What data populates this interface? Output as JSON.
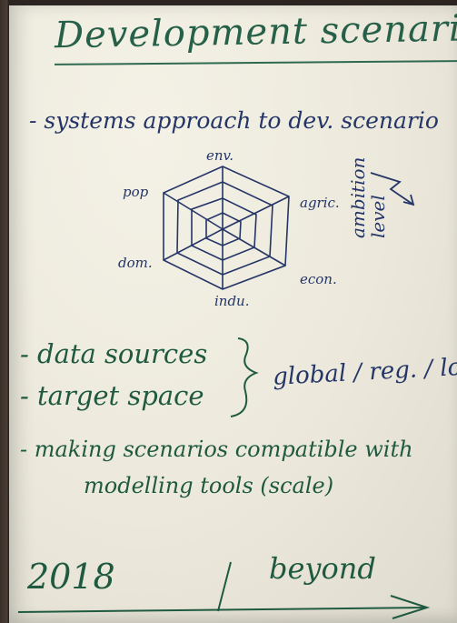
{
  "title": "Development scenarios",
  "line1": "- systems approach to dev. scenario",
  "radar": {
    "axes": [
      "env.",
      "agric.",
      "econ.",
      "indu.",
      "dom.",
      "pop"
    ]
  },
  "ambition_label": [
    "ambition",
    "level"
  ],
  "items": [
    {
      "text": "- data sources"
    },
    {
      "text": "- target space"
    }
  ],
  "scale_note": "global / reg. / loc",
  "item3_line1": "- making scenarios compatible with",
  "item3_line2": "modelling tools (scale)",
  "timeline": {
    "start": "2018",
    "end": "beyond"
  },
  "colors": {
    "green_marker": "#1f5a40",
    "blue_marker": "#243567",
    "paper": "#ece9dc"
  }
}
